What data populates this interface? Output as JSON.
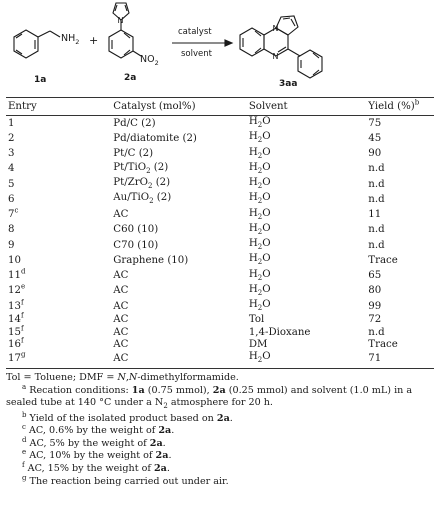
{
  "scheme": {
    "plus": "+",
    "nh2": "NH",
    "nh2_sub": "2",
    "no2": "NO",
    "no2_sub": "2",
    "n_label": "N",
    "catalyst": "catalyst",
    "solvent": "solvent",
    "label_1a": "1a",
    "label_2a": "2a",
    "label_3aa": "3aa"
  },
  "table": {
    "headers": [
      "Entry",
      "Catalyst (mol%)",
      "Solvent",
      "Yield (%)"
    ],
    "yield_sup": "b",
    "rows": [
      {
        "entry": "1",
        "sup": "",
        "catalyst": "Pd/C (2)",
        "solvent": "H2O",
        "yield": "75"
      },
      {
        "entry": "2",
        "sup": "",
        "catalyst": "Pd/diatomite (2)",
        "solvent": "H2O",
        "yield": "45"
      },
      {
        "entry": "3",
        "sup": "",
        "catalyst": "Pt/C (2)",
        "solvent": "H2O",
        "yield": "90"
      },
      {
        "entry": "4",
        "sup": "",
        "catalyst": "Pt/TiO2 (2)",
        "solvent": "H2O",
        "yield": "n.d"
      },
      {
        "entry": "5",
        "sup": "",
        "catalyst": "Pt/ZrO2 (2)",
        "solvent": "H2O",
        "yield": "n.d"
      },
      {
        "entry": "6",
        "sup": "",
        "catalyst": "Au/TiO2 (2)",
        "solvent": "H2O",
        "yield": "n.d"
      },
      {
        "entry": "7",
        "sup": "c",
        "catalyst": "AC",
        "solvent": "H2O",
        "yield": "11"
      },
      {
        "entry": "8",
        "sup": "",
        "catalyst": "C60 (10)",
        "solvent": "H2O",
        "yield": "n.d"
      },
      {
        "entry": "9",
        "sup": "",
        "catalyst": "C70 (10)",
        "solvent": "H2O",
        "yield": "n.d"
      },
      {
        "entry": "10",
        "sup": "",
        "catalyst": "Graphene (10)",
        "solvent": "H2O",
        "yield": "Trace"
      },
      {
        "entry": "11",
        "sup": "d",
        "catalyst": "AC",
        "solvent": "H2O",
        "yield": "65"
      },
      {
        "entry": "12",
        "sup": "e",
        "catalyst": "AC",
        "solvent": "H2O",
        "yield": "80"
      },
      {
        "entry": "13",
        "sup": "f",
        "catalyst": "AC",
        "solvent": "H2O",
        "yield": "99"
      },
      {
        "entry": "14",
        "sup": "f",
        "catalyst": "AC",
        "solvent": "Tol",
        "yield": "72"
      },
      {
        "entry": "15",
        "sup": "f",
        "catalyst": "AC",
        "solvent": "1,4-Dioxane",
        "yield": "n.d"
      },
      {
        "entry": "16",
        "sup": "f",
        "catalyst": "AC",
        "solvent": "DM",
        "yield": "Trace"
      },
      {
        "entry": "17",
        "sup": "g",
        "catalyst": "AC",
        "solvent": "H2O",
        "yield": "71"
      }
    ]
  },
  "notes": {
    "abbrev": "Tol = Toluene; DMF = N,N-dimethylformamide.",
    "a_mark": "a",
    "a_text": "Recation conditions: 1a (0.75 mmol), 2a (0.25 mmol) and solvent (1.0 mL) in a sealed tube at 140 °C under a N2 atmosphere for 20 h.",
    "b_mark": "b",
    "b_text": "Yield of the isolated product based on 2a.",
    "c_mark": "c",
    "c_text": "AC, 0.6% by the weight of 2a.",
    "d_mark": "d",
    "d_text": "AC, 5% by the weight of 2a.",
    "e_mark": "e",
    "e_text": "AC, 10% by the weight of 2a.",
    "f_mark": "f",
    "f_text": "AC, 15% by the weight of 2a.",
    "g_mark": "g",
    "g_text": "The reaction being carried out under air."
  }
}
